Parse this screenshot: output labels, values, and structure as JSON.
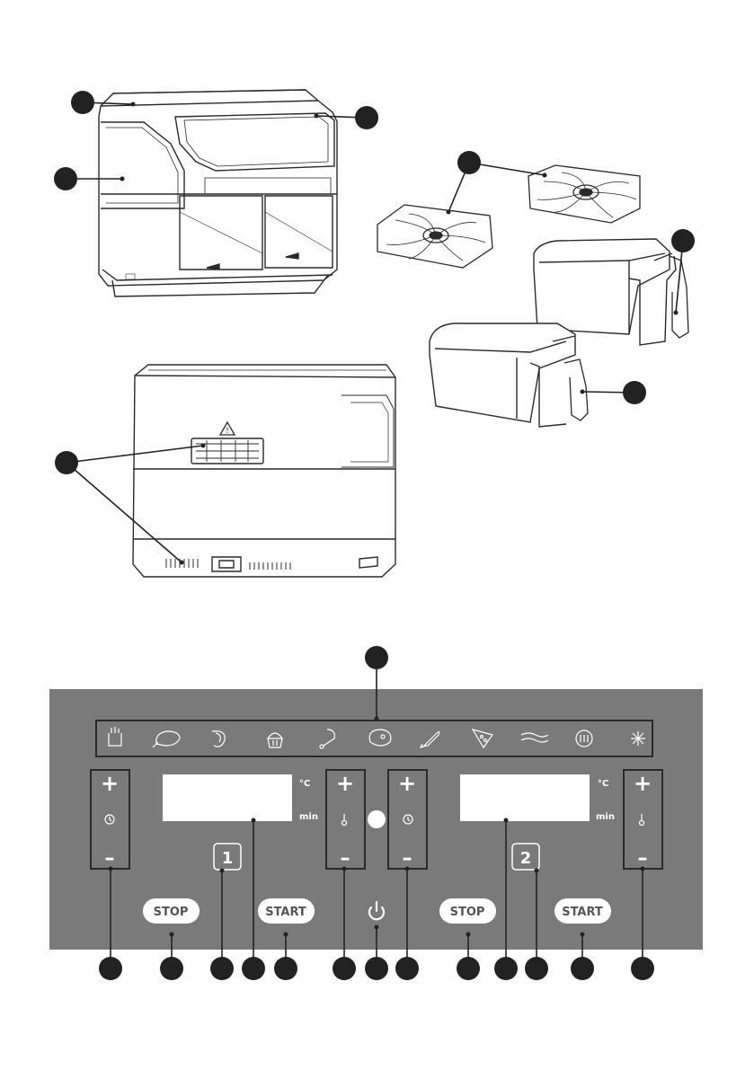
{
  "panel": {
    "temp_unit": "°C",
    "time_unit": "min",
    "zone1_number": "1",
    "zone2_number": "2",
    "stop_label": "STOP",
    "start_label": "START",
    "plus_sign": "+",
    "minus_sign": "–"
  },
  "preset_icons": [
    "fries-icon",
    "chicken-icon",
    "shrimp-icon",
    "cake-icon",
    "drumstick-icon",
    "steak-icon",
    "fish-icon",
    "pizza-icon",
    "bacon-icon",
    "reheat-icon",
    "defrost-icon"
  ],
  "colors": {
    "panel": "#7a7a7a",
    "callout": "#222222",
    "outline": "#2a2a2a",
    "display": "#ffffff"
  }
}
